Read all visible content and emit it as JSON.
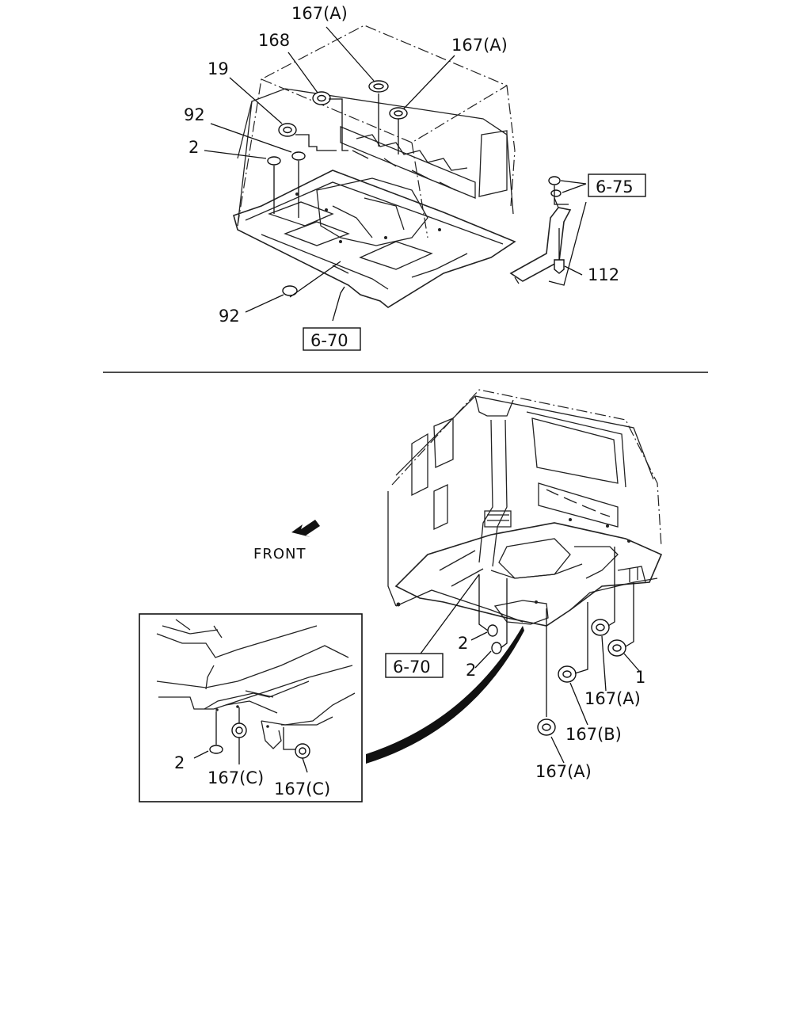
{
  "top_view": {
    "callouts": {
      "c167a_top": "167(A)",
      "c168": "168",
      "c167a_right": "167(A)",
      "c19": "19",
      "c92_upper": "92",
      "c2_upper": "2",
      "c92_lower": "92",
      "c112": "112"
    },
    "refs": {
      "ref_6_75": "6-75",
      "ref_6_70": "6-70"
    }
  },
  "bottom_view": {
    "front_label": "FRONT",
    "callouts": {
      "c2_a": "2",
      "c2_b": "2",
      "c1": "1",
      "c167a_mid": "167(A)",
      "c167b": "167(B)",
      "c167a_low": "167(A)"
    },
    "refs": {
      "ref_6_70": "6-70"
    },
    "inset": {
      "c2": "2",
      "c167c_left": "167(C)",
      "c167c_right": "167(C)"
    }
  },
  "icons": [
    "front-arrow-icon"
  ]
}
